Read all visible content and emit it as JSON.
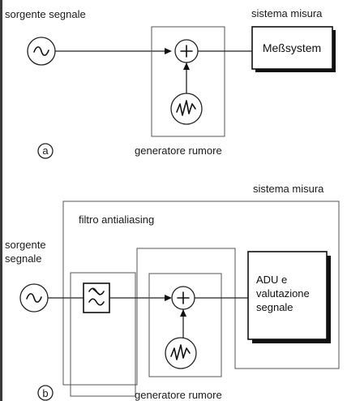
{
  "diagram_a": {
    "labels": {
      "source": "sorgente segnale",
      "system": "sistema misura",
      "measurement_block": "Meßsystem",
      "noise_generator": "generatore rumore",
      "marker": "a"
    }
  },
  "diagram_b": {
    "labels": {
      "system": "sistema misura",
      "filter": "filtro antialiasing",
      "source_line1": "sorgente",
      "source_line2": "segnale",
      "adu_line1": "ADU e",
      "adu_line2": "valutazione",
      "adu_line3": "segnale",
      "noise_generator": "generatore rumore",
      "marker": "b"
    }
  },
  "icons": {
    "source": "sine-source-icon",
    "adder": "plus-summing-icon",
    "noise": "noise-generator-icon",
    "filter": "lowpass-filter-icon"
  }
}
